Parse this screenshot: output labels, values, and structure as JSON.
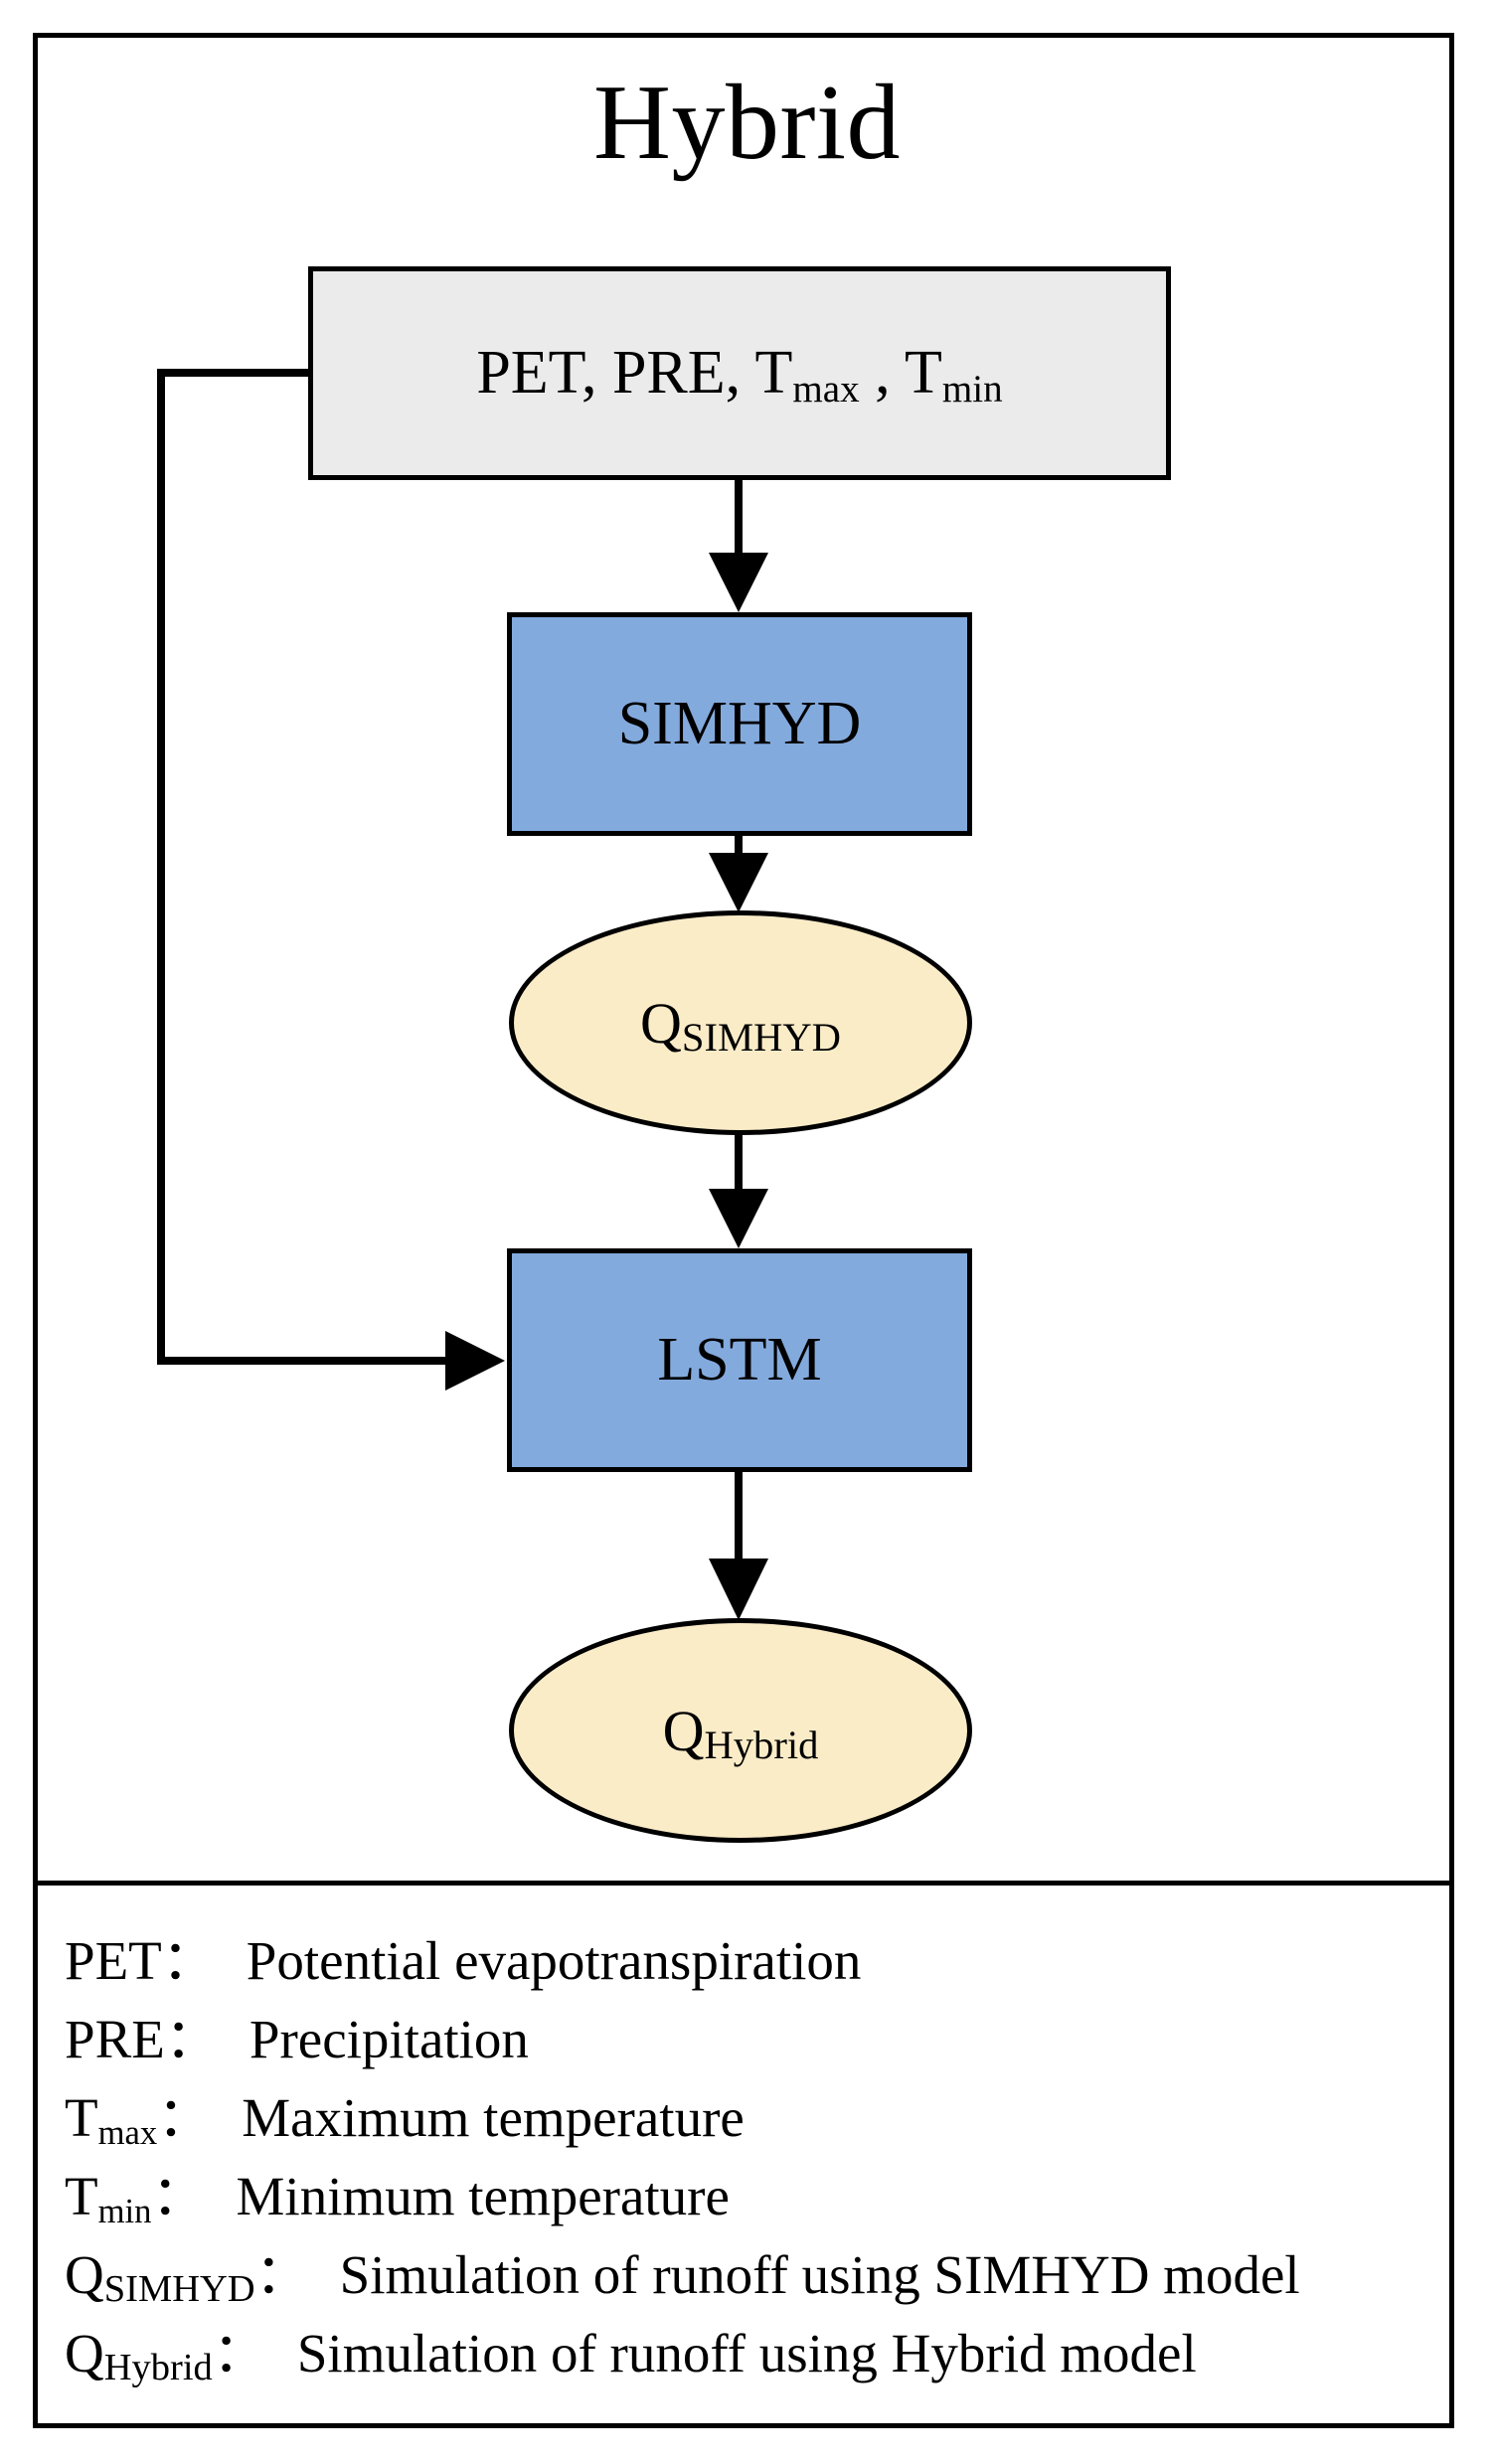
{
  "diagram": {
    "title": "Hybrid",
    "nodes": {
      "input": {
        "label_part1": "PET, PRE, T",
        "label_sub1": "max",
        "label_part2": " ,  T",
        "label_sub2": "min",
        "fill": "#ebebeb",
        "shape": "rectangle"
      },
      "simhyd": {
        "label": "SIMHYD",
        "fill": "#83aadd",
        "shape": "rectangle"
      },
      "q_simhyd": {
        "label_main": "Q",
        "label_sub": "SIMHYD",
        "fill": "#fbecc8",
        "shape": "ellipse"
      },
      "lstm": {
        "label": "LSTM",
        "fill": "#83aadd",
        "shape": "rectangle"
      },
      "q_hybrid": {
        "label_main": "Q",
        "label_sub": "Hybrid",
        "fill": "#fbecc8",
        "shape": "ellipse"
      }
    },
    "edges": [
      {
        "name": "input-to-simhyd",
        "from": "input",
        "to": "simhyd",
        "style": "straight-down-arrow"
      },
      {
        "name": "simhyd-to-q-simhyd",
        "from": "simhyd",
        "to": "q_simhyd",
        "style": "straight-down-arrow"
      },
      {
        "name": "q-simhyd-to-lstm",
        "from": "q_simhyd",
        "to": "lstm",
        "style": "straight-down-arrow"
      },
      {
        "name": "lstm-to-q-hybrid",
        "from": "lstm",
        "to": "q_hybrid",
        "style": "straight-down-arrow"
      },
      {
        "name": "input-to-lstm-feedback",
        "from": "input",
        "to": "lstm",
        "style": "elbow-left-arrow"
      }
    ],
    "edge_color": "#000000",
    "border_color": "#000000"
  },
  "legend": {
    "colon": "：",
    "rows": [
      {
        "term_main": "PET",
        "term_sub": "",
        "desc": "Potential evapotranspiration"
      },
      {
        "term_main": "PRE",
        "term_sub": "",
        "desc": "Precipitation"
      },
      {
        "term_main": "T",
        "term_sub": "max",
        "desc": "Maximum temperature"
      },
      {
        "term_main": "T",
        "term_sub": "min",
        "desc": "Minimum temperature"
      },
      {
        "term_main": "Q",
        "term_sub": "SIMHYD",
        "desc": "Simulation of runoff using SIMHYD model"
      },
      {
        "term_main": "Q",
        "term_sub": "Hybrid",
        "desc": "Simulation of runoff using Hybrid model"
      }
    ]
  }
}
